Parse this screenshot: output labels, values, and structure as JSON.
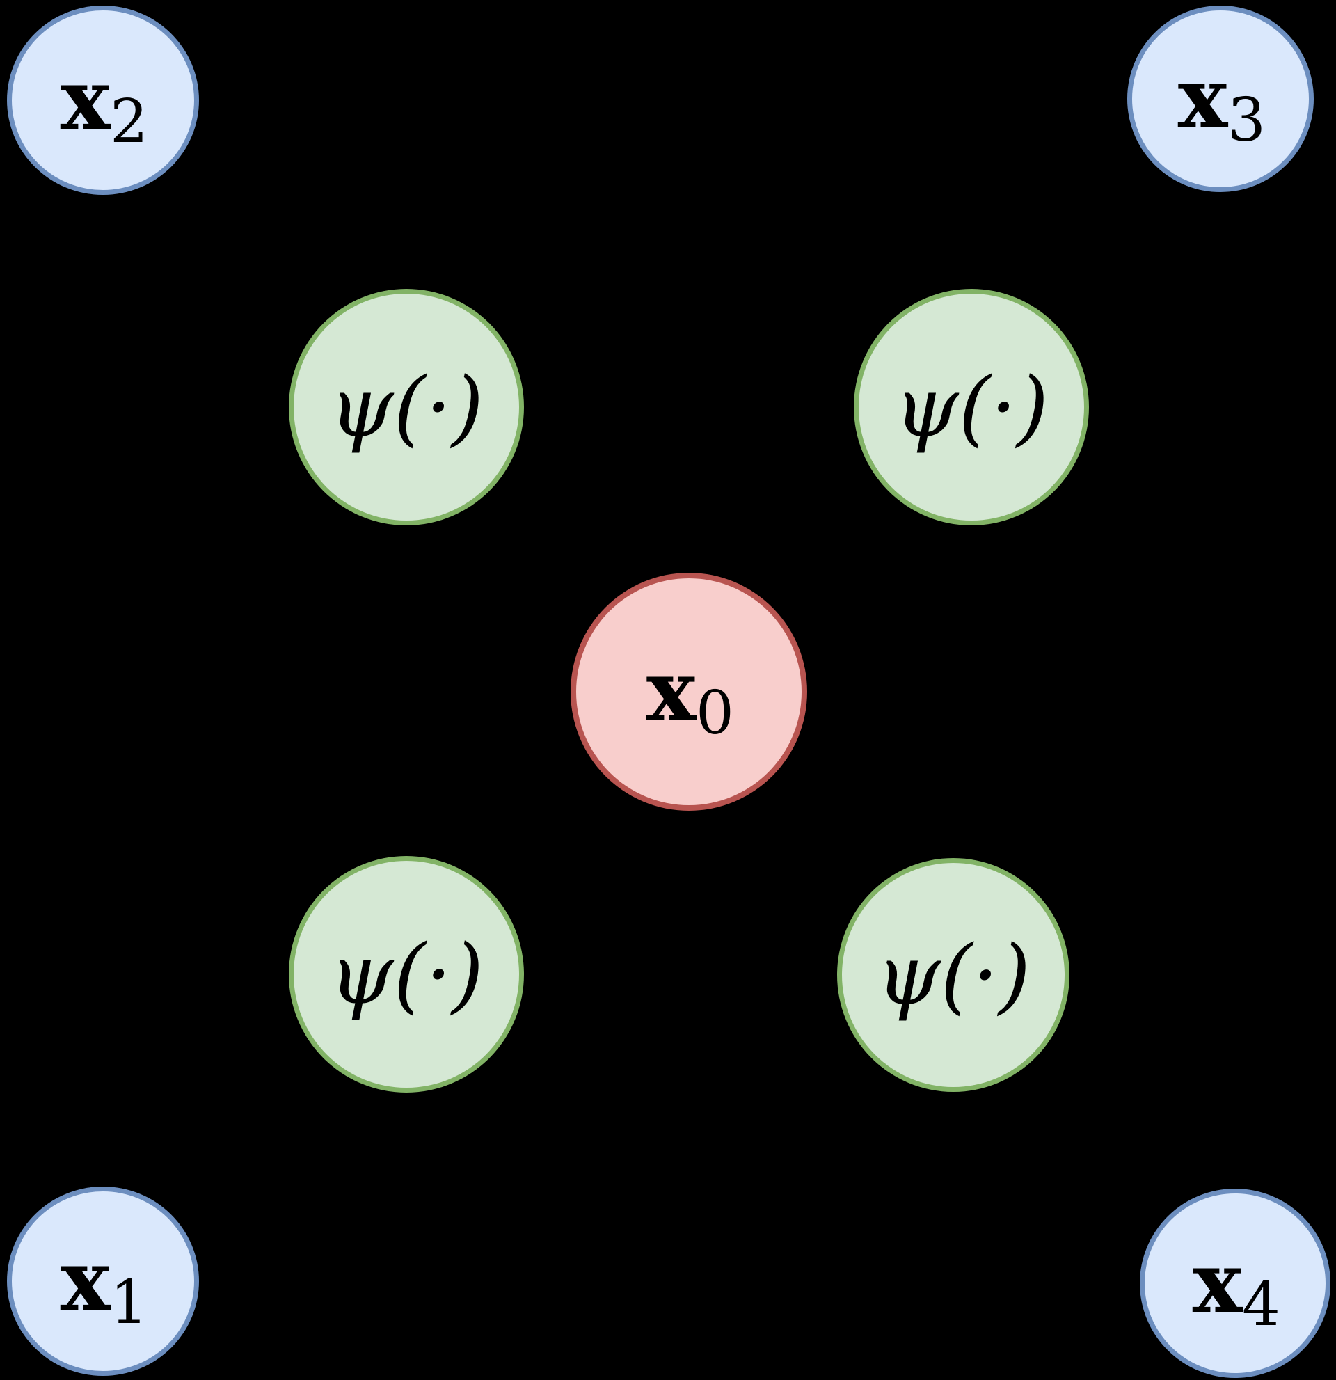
{
  "diagram": {
    "description": "message-passing diagram: four input nodes pass through psi functions into central node x0"
  },
  "colors": {
    "background": "#000000",
    "input_fill": "#dae8fc",
    "input_stroke": "#6c8ebf",
    "function_fill": "#d5e8d4",
    "function_stroke": "#82b366",
    "center_fill": "#f8cecc",
    "center_stroke": "#b85450",
    "text": "#000000"
  },
  "nodes": {
    "x0": {
      "main": "x",
      "sub": "0"
    },
    "x1": {
      "main": "x",
      "sub": "1"
    },
    "x2": {
      "main": "x",
      "sub": "2"
    },
    "x3": {
      "main": "x",
      "sub": "3"
    },
    "x4": {
      "main": "x",
      "sub": "4"
    },
    "psi": {
      "label": "ψ(·)"
    }
  }
}
